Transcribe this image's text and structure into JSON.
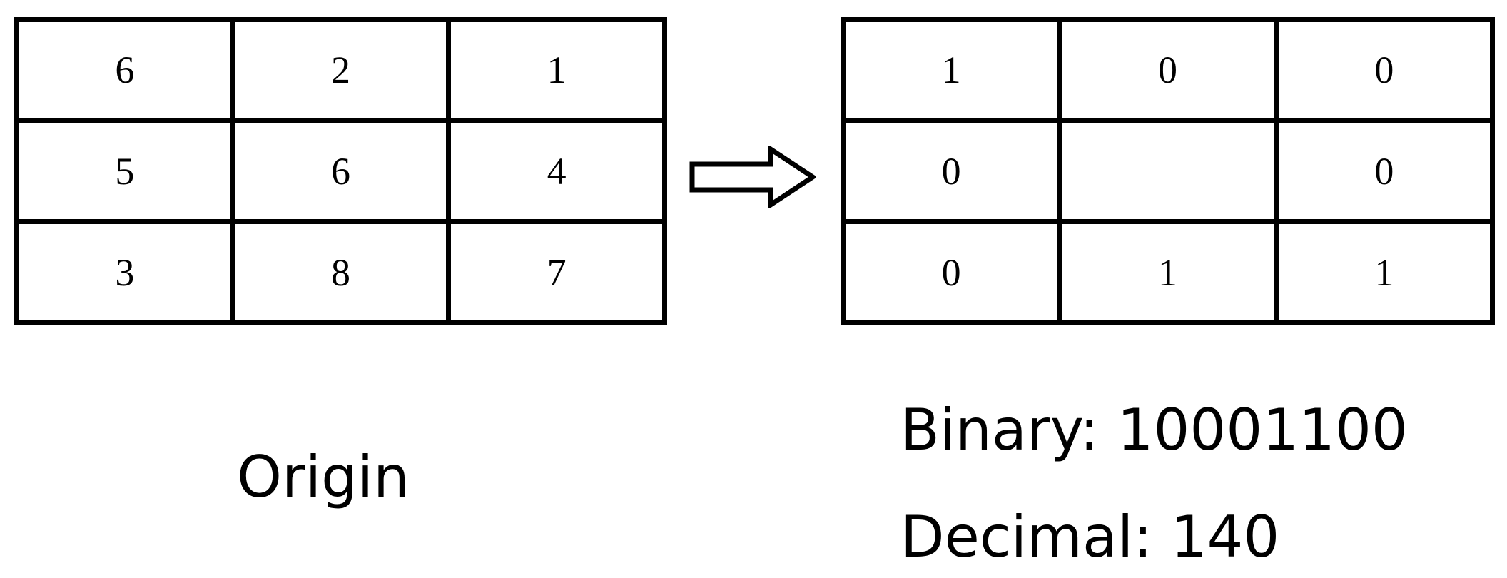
{
  "origin_grid": {
    "caption": "Origin",
    "rows": [
      [
        "6",
        "2",
        "1"
      ],
      [
        "5",
        "6",
        "4"
      ],
      [
        "3",
        "8",
        "7"
      ]
    ]
  },
  "binary_grid": {
    "rows": [
      [
        "1",
        "0",
        "0"
      ],
      [
        "0",
        "",
        "0"
      ],
      [
        "0",
        "1",
        "1"
      ]
    ]
  },
  "results": {
    "binary_text": "Binary: 10001100",
    "decimal_text": "Decimal: 140"
  },
  "arrow_icon": "right-arrow-icon"
}
